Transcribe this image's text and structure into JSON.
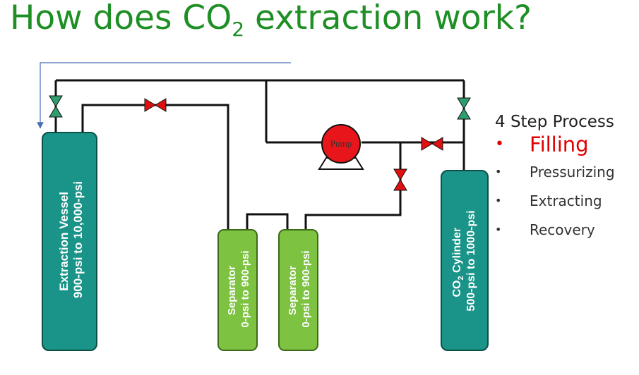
{
  "title": {
    "main": "How does CO",
    "sub": "2",
    "rest": " extraction work?"
  },
  "steps": {
    "heading": "4 Step Process",
    "items": [
      {
        "label": "Filling",
        "active": true
      },
      {
        "label": "Pressurizing",
        "active": false
      },
      {
        "label": "Extracting",
        "active": false
      },
      {
        "label": "Recovery",
        "active": false
      }
    ]
  },
  "diagram": {
    "extraction_vessel": {
      "line1": "Extraction Vessel",
      "line2": "900-psi to 10,000-psi"
    },
    "separator_1": {
      "line1": "Separator",
      "line2": "0-psi to 900-psi"
    },
    "separator_2": {
      "line1": "Separator",
      "line2": "0-psi to 900-psi"
    },
    "co2_cylinder": {
      "line1_main": "CO",
      "line1_sub": "2",
      "line1_rest": " Cylinder",
      "line2": "500-psi to 1000-psi"
    },
    "pump_label": "Pump"
  },
  "colors": {
    "title": "#1e8f24",
    "teal_tank": "#1a9488",
    "green_tank": "#7ec242",
    "valve_green": "#2f9e6e",
    "valve_red": "#e01010",
    "pump_red": "#e8161b",
    "active_step": "#e00000"
  }
}
